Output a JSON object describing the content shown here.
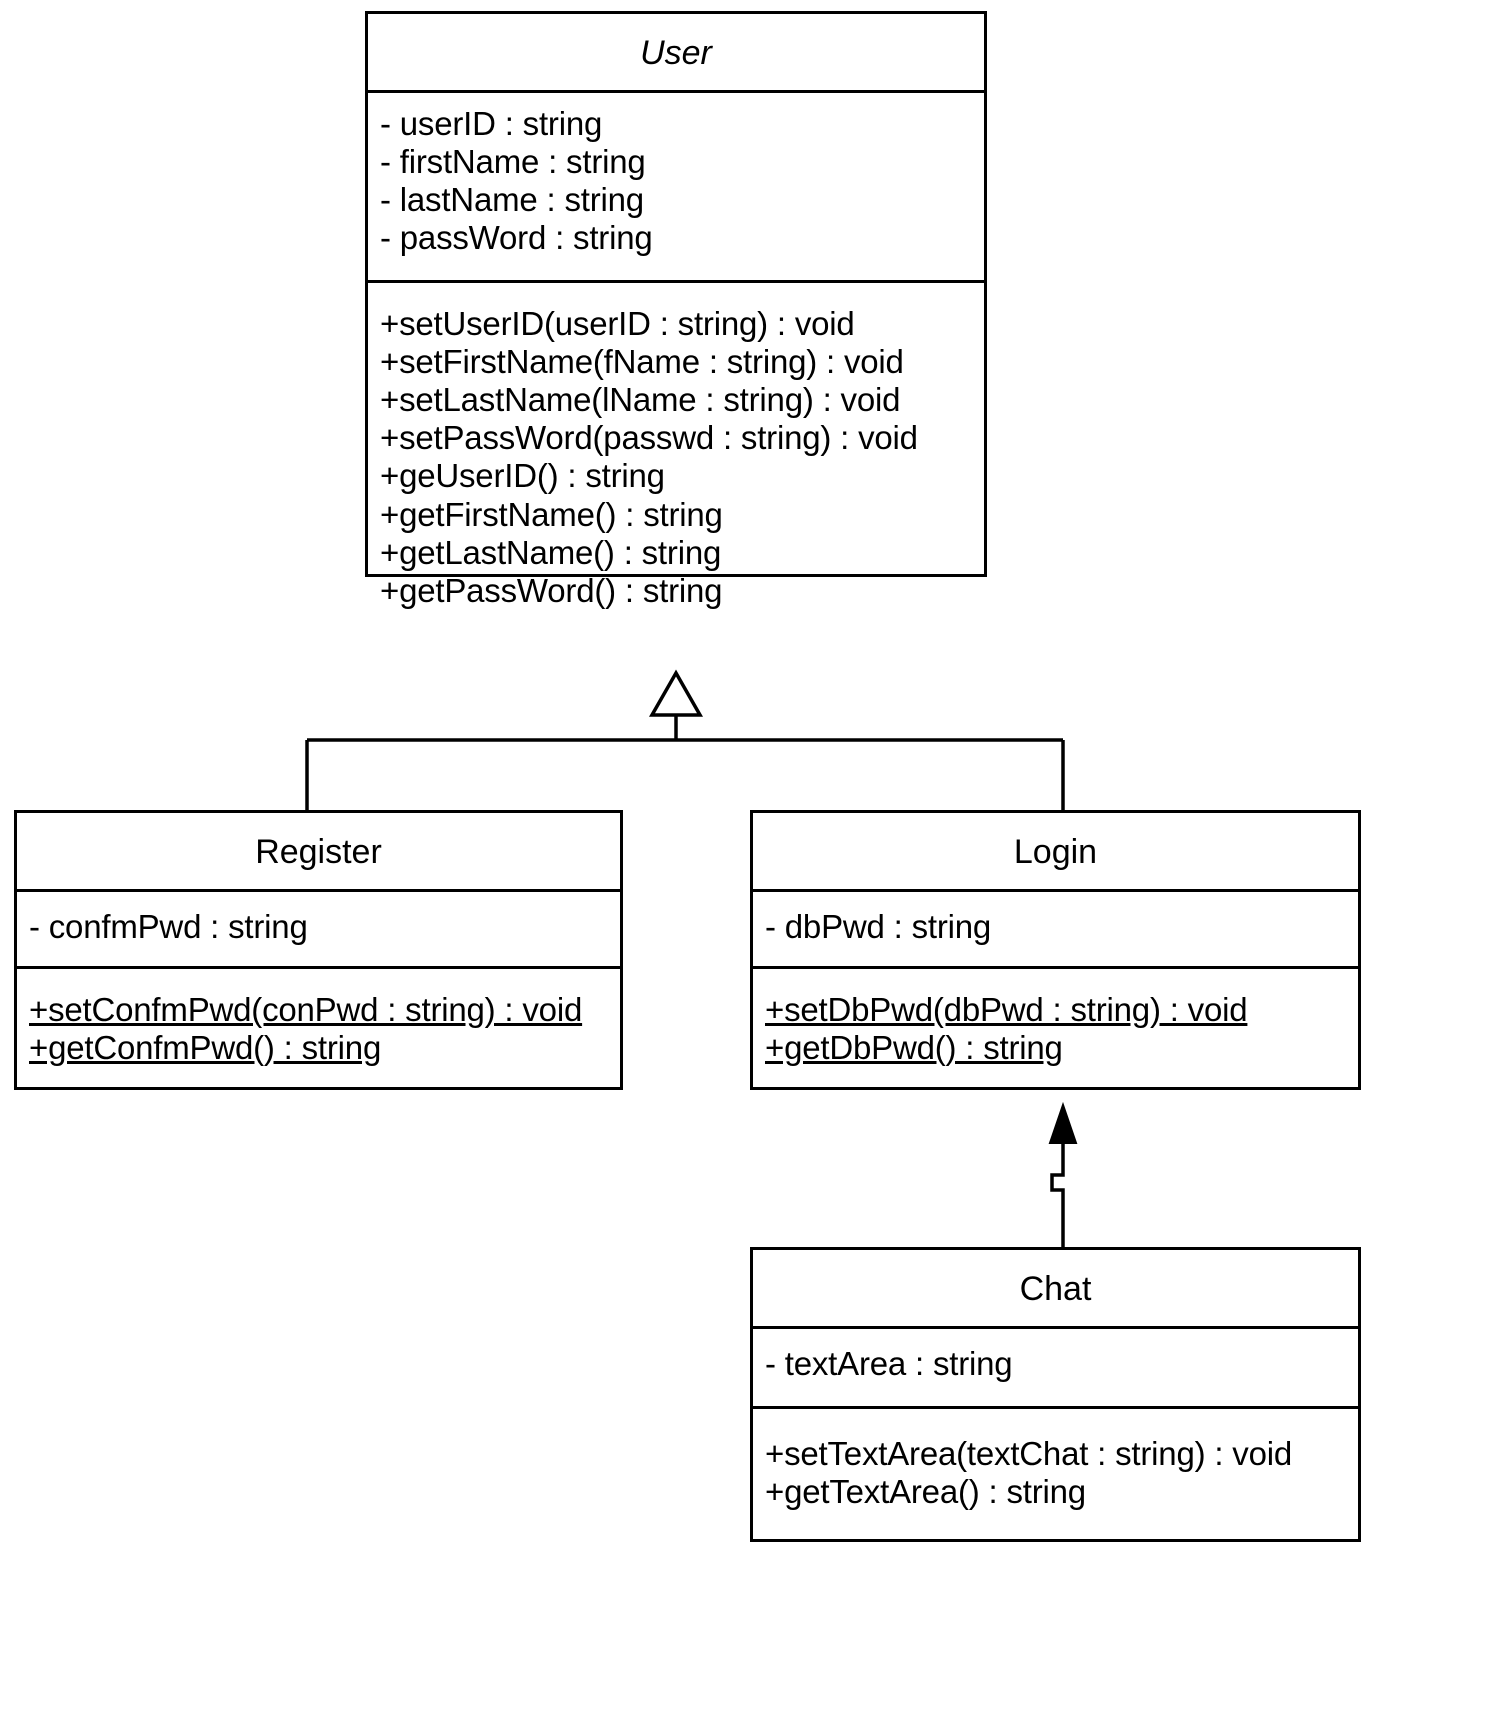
{
  "diagram": {
    "type": "uml-class-diagram",
    "title": "User class hierarchy",
    "stroke_color": "#000000",
    "fill_color": "#ffffff"
  },
  "classes": [
    {
      "id": "user",
      "name": "User",
      "abstract": true,
      "attributes": [
        "- userID : string",
        "- firstName : string",
        "- lastName : string",
        "- passWord : string"
      ],
      "operations": [
        "+setUserID(userID : string) : void",
        "+setFirstName(fName : string) : void",
        "+setLastName(lName : string) : void",
        "+setPassWord(passwd : string) : void",
        "+geUserID() : string",
        "+getFirstName() : string",
        "+getLastName() : string",
        "+getPassWord() : string"
      ],
      "operations_underlined": false
    },
    {
      "id": "register",
      "name": "Register",
      "abstract": false,
      "attributes": [
        "- confmPwd : string"
      ],
      "operations": [
        "+setConfmPwd(conPwd : string) : void",
        "+getConfmPwd() : string"
      ],
      "operations_underlined": true
    },
    {
      "id": "login",
      "name": "Login",
      "abstract": false,
      "attributes": [
        "- dbPwd : string"
      ],
      "operations": [
        "+setDbPwd(dbPwd : string) : void",
        "+getDbPwd() : string"
      ],
      "operations_underlined": true
    },
    {
      "id": "chat",
      "name": "Chat",
      "abstract": false,
      "attributes": [
        "- textArea : string"
      ],
      "operations": [
        "+setTextArea(textChat : string) : void",
        "+getTextArea() : string"
      ],
      "operations_underlined": false
    }
  ],
  "relationships": [
    {
      "id": "register-inherits-user",
      "from": "Register",
      "to": "User",
      "kind": "generalization",
      "arrowhead": "hollow-triangle",
      "line": "solid"
    },
    {
      "id": "login-inherits-user",
      "from": "Login",
      "to": "User",
      "kind": "generalization",
      "arrowhead": "hollow-triangle",
      "line": "solid"
    },
    {
      "id": "chat-to-login",
      "from": "Chat",
      "to": "Login",
      "kind": "association",
      "arrowhead": "solid-arrow",
      "line": "solid"
    }
  ]
}
